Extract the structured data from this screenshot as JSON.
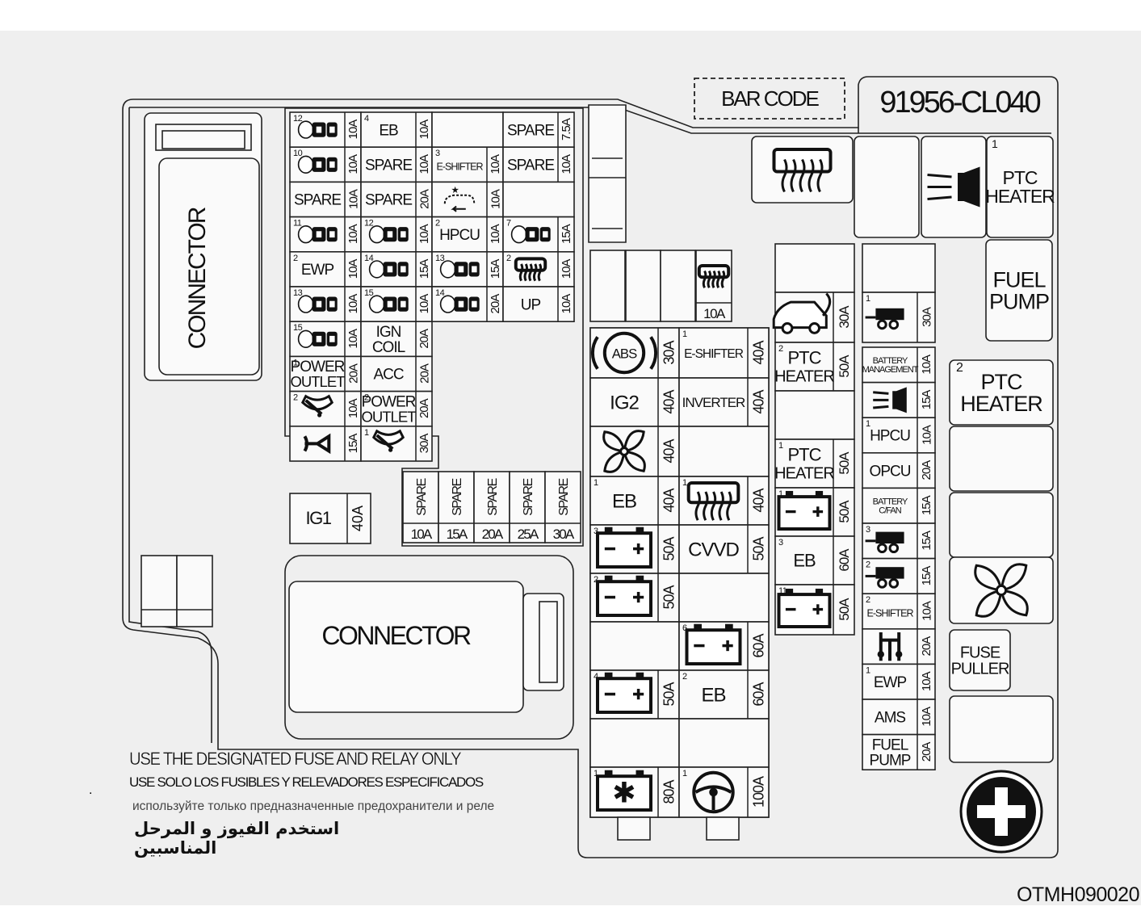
{
  "barcode_label": "BAR CODE",
  "part_number": "91956-CL040",
  "connector_left": "CONNECTOR",
  "connector_bottom": "CONNECTOR",
  "ig1": {
    "name": "IG1",
    "amp": "40A"
  },
  "spare_label": "SPARE",
  "spare_row_amps": [
    "10A",
    "15A",
    "20A",
    "25A",
    "30A"
  ],
  "grid_cells": [
    {
      "num": "12",
      "name": "",
      "icon": "engine-icon",
      "amp": "10A"
    },
    {
      "num": "4",
      "name": "EB",
      "icon": "",
      "amp": "10A"
    },
    {
      "num": "",
      "name": "",
      "icon": "",
      "amp": ""
    },
    {
      "num": "",
      "name": "SPARE",
      "icon": "",
      "amp": "7.5A"
    },
    {
      "num": "10",
      "name": "",
      "icon": "engine-icon",
      "amp": "10A"
    },
    {
      "num": "",
      "name": "SPARE",
      "icon": "",
      "amp": "10A"
    },
    {
      "num": "3",
      "name": "E-SHIFTER",
      "icon": "",
      "amp": "10A"
    },
    {
      "num": "",
      "name": "SPARE",
      "icon": "",
      "amp": "10A"
    },
    {
      "num": "",
      "name": "SPARE",
      "icon": "",
      "amp": "10A"
    },
    {
      "num": "",
      "name": "SPARE",
      "icon": "",
      "amp": "20A"
    },
    {
      "num": "",
      "name": "",
      "icon": "smart-key-icon",
      "amp": "10A"
    },
    {
      "num": "",
      "name": "",
      "icon": "",
      "amp": ""
    },
    {
      "num": "11",
      "name": "",
      "icon": "engine-icon",
      "amp": "10A"
    },
    {
      "num": "12",
      "name": "",
      "icon": "engine-icon",
      "amp": "10A"
    },
    {
      "num": "2",
      "name": "HPCU",
      "icon": "",
      "amp": "10A"
    },
    {
      "num": "7",
      "name": "",
      "icon": "engine-icon",
      "amp": "15A"
    },
    {
      "num": "2",
      "name": "EWP",
      "icon": "",
      "amp": "10A"
    },
    {
      "num": "14",
      "name": "",
      "icon": "engine-icon",
      "amp": "15A"
    },
    {
      "num": "13",
      "name": "",
      "icon": "engine-icon",
      "amp": "15A"
    },
    {
      "num": "2",
      "name": "",
      "icon": "rear-defrost-icon",
      "amp": "10A"
    },
    {
      "num": "13",
      "name": "",
      "icon": "engine-icon",
      "amp": "10A"
    },
    {
      "num": "15",
      "name": "",
      "icon": "engine-icon",
      "amp": "10A"
    },
    {
      "num": "14",
      "name": "",
      "icon": "engine-icon",
      "amp": "20A"
    },
    {
      "num": "",
      "name": "UP",
      "icon": "",
      "amp": "10A"
    },
    {
      "num": "15",
      "name": "",
      "icon": "engine-icon",
      "amp": "10A"
    },
    {
      "num": "",
      "name": "IGN COIL",
      "icon": "",
      "amp": "20A"
    },
    {
      "num": "1",
      "name": "POWER OUTLET",
      "icon": "",
      "amp": "20A"
    },
    {
      "num": "",
      "name": "ACC",
      "icon": "",
      "amp": "20A"
    },
    {
      "num": "2",
      "name": "",
      "icon": "wiper-icon",
      "amp": "10A"
    },
    {
      "num": "2",
      "name": "POWER OUTLET",
      "icon": "",
      "amp": "20A"
    },
    {
      "num": "",
      "name": "",
      "icon": "horn-icon",
      "amp": "15A"
    },
    {
      "num": "1",
      "name": "",
      "icon": "wiper-icon",
      "amp": "30A"
    }
  ],
  "mid_top_small": {
    "icon": "heated-seat-icon",
    "amp": "10A"
  },
  "mid_column": [
    {
      "num": "",
      "name": "",
      "icon": "abs-icon",
      "amp": "30A"
    },
    {
      "num": "",
      "name": "IG2",
      "icon": "",
      "amp": "40A"
    },
    {
      "num": "",
      "name": "",
      "icon": "fan-icon",
      "amp": "40A"
    },
    {
      "num": "1",
      "name": "EB",
      "icon": "",
      "amp": "40A"
    },
    {
      "num": "3",
      "name": "",
      "icon": "battery-icon",
      "amp": "50A"
    },
    {
      "num": "2",
      "name": "",
      "icon": "battery-icon",
      "amp": "50A"
    },
    {
      "num": "",
      "name": "",
      "icon": "",
      "amp": ""
    },
    {
      "num": "4",
      "name": "",
      "icon": "battery-icon",
      "amp": "50A"
    },
    {
      "num": "",
      "name": "",
      "icon": "",
      "amp": ""
    },
    {
      "num": "1",
      "name": "",
      "icon": "battery-star-icon",
      "amp": "80A"
    }
  ],
  "mid_column2": [
    {
      "num": "1",
      "name": "E-SHIFTER",
      "icon": "",
      "amp": "40A"
    },
    {
      "num": "",
      "name": "INVERTER",
      "icon": "",
      "amp": "40A"
    },
    {
      "num": "",
      "name": "",
      "icon": "",
      "amp": ""
    },
    {
      "num": "1",
      "name": "",
      "icon": "rear-defrost-icon",
      "amp": "40A"
    },
    {
      "num": "",
      "name": "CVVD",
      "icon": "",
      "amp": "50A"
    },
    {
      "num": "",
      "name": "",
      "icon": "",
      "amp": ""
    },
    {
      "num": "6",
      "name": "",
      "icon": "battery-icon",
      "amp": "60A"
    },
    {
      "num": "2",
      "name": "EB",
      "icon": "",
      "amp": "60A"
    },
    {
      "num": "",
      "name": "",
      "icon": "",
      "amp": ""
    },
    {
      "num": "1",
      "name": "",
      "icon": "steering-icon",
      "amp": "100A"
    }
  ],
  "right_col1": [
    {
      "num": "",
      "name": "",
      "icon": "",
      "amp": ""
    },
    {
      "num": "",
      "name": "",
      "icon": "car-tailgate-icon",
      "amp": "30A"
    },
    {
      "num": "2",
      "name": "PTC HEATER",
      "icon": "",
      "amp": "50A"
    },
    {
      "num": "",
      "name": "",
      "icon": "",
      "amp": ""
    },
    {
      "num": "1",
      "name": "PTC HEATER",
      "icon": "",
      "amp": "50A"
    },
    {
      "num": "1",
      "name": "",
      "icon": "battery-icon",
      "amp": "50A"
    },
    {
      "num": "3",
      "name": "EB",
      "icon": "",
      "amp": "60A"
    },
    {
      "num": "11",
      "name": "",
      "icon": "battery-icon",
      "amp": "50A"
    }
  ],
  "right_col2": [
    {
      "num": "",
      "name": "",
      "icon": "",
      "amp": ""
    },
    {
      "num": "1",
      "name": "",
      "icon": "trailer-icon",
      "amp": "30A"
    },
    {
      "num": "",
      "name": "BATTERY MANAGEMENT",
      "icon": "",
      "amp": "10A"
    },
    {
      "num": "",
      "name": "",
      "icon": "headlamp-icon",
      "amp": "15A"
    },
    {
      "num": "1",
      "name": "HPCU",
      "icon": "",
      "amp": "10A"
    },
    {
      "num": "",
      "name": "OPCU",
      "icon": "",
      "amp": "20A"
    },
    {
      "num": "",
      "name": "BATTERY C/FAN",
      "icon": "",
      "amp": "15A"
    },
    {
      "num": "3",
      "name": "",
      "icon": "trailer-icon",
      "amp": "15A"
    },
    {
      "num": "2",
      "name": "",
      "icon": "trailer-icon",
      "amp": "15A"
    },
    {
      "num": "2",
      "name": "E-SHIFTER",
      "icon": "",
      "amp": "10A"
    },
    {
      "num": "",
      "name": "",
      "icon": "transmission-icon",
      "amp": "20A"
    },
    {
      "num": "1",
      "name": "EWP",
      "icon": "",
      "amp": "10A"
    },
    {
      "num": "",
      "name": "AMS",
      "icon": "",
      "amp": "10A"
    },
    {
      "num": "",
      "name": "FUEL PUMP",
      "icon": "",
      "amp": "20A"
    }
  ],
  "relays_top": [
    {
      "num": "",
      "name": "",
      "icon": "rear-defrost-icon"
    },
    {
      "num": "",
      "name": "",
      "icon": ""
    },
    {
      "num": "",
      "name": "",
      "icon": "headlamp-icon"
    },
    {
      "num": "1",
      "name": "PTC HEATER",
      "icon": ""
    }
  ],
  "relays_right": [
    {
      "num": "",
      "name": "FUEL PUMP",
      "icon": ""
    },
    {
      "num": "2",
      "name": "PTC HEATER",
      "icon": ""
    },
    {
      "num": "",
      "name": "",
      "icon": ""
    },
    {
      "num": "",
      "name": "",
      "icon": ""
    },
    {
      "num": "",
      "name": "",
      "icon": "fan-icon"
    },
    {
      "num": "",
      "name": "FUSE PULLER",
      "icon": ""
    },
    {
      "num": "",
      "name": "",
      "icon": ""
    }
  ],
  "terminal_icon": "plus-terminal-icon",
  "notes": {
    "en": "USE THE DESIGNATED FUSE AND RELAY ONLY",
    "es": "USE SOLO LOS FUSIBLES Y RELEVADORES ESPECIFICADOS",
    "ru": "используйте только предназначенные предохранители и реле",
    "ar": "استخدم الفيوز و المرحل المناسبين"
  },
  "dot": ".",
  "figure_code": "OTMH090020"
}
